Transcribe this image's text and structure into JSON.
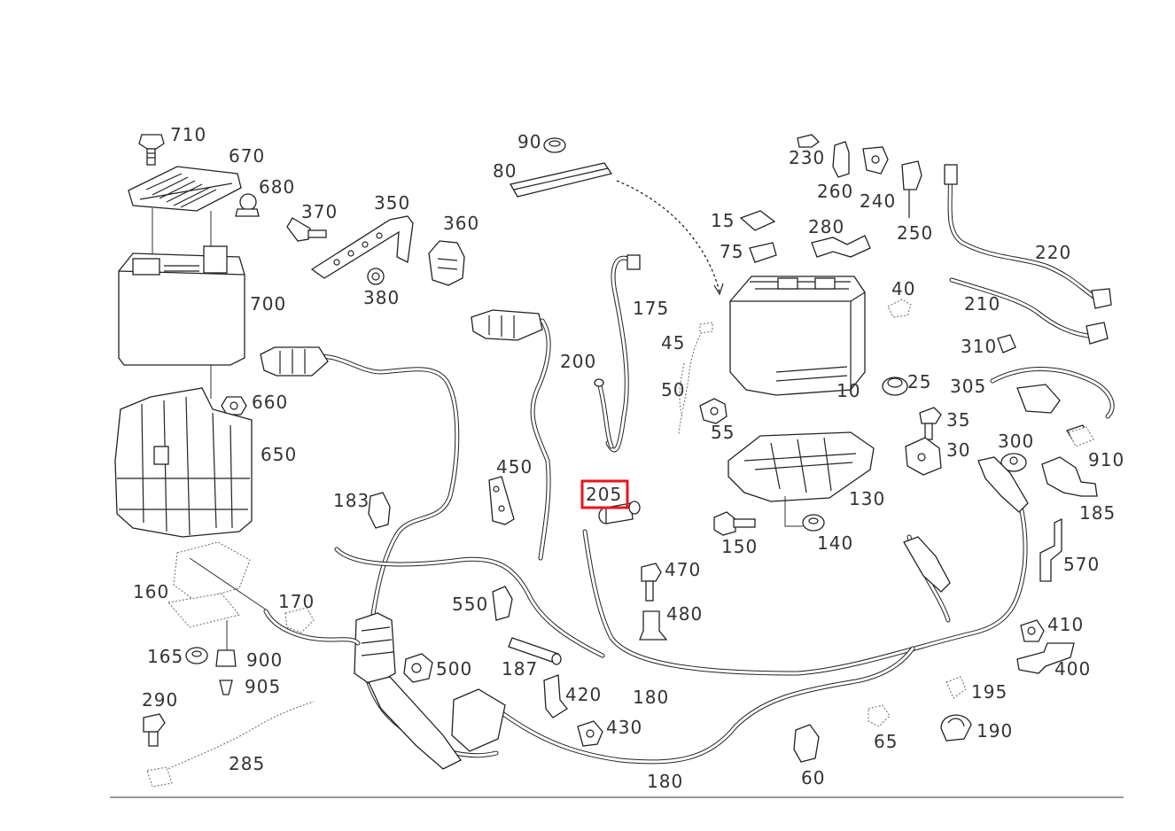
{
  "colors": {
    "line": "#222222",
    "label": "#333333",
    "highlight": "#e8141b",
    "background": "#ffffff"
  },
  "highlight": {
    "label": "205"
  },
  "labels": {
    "p710": "710",
    "p670": "670",
    "p680": "680",
    "p700": "700",
    "p660": "660",
    "p650": "650",
    "p370": "370",
    "p350": "350",
    "p360": "360",
    "p380": "380",
    "p90": "90",
    "p80": "80",
    "p175": "175",
    "p200": "200",
    "p45": "45",
    "p50": "50",
    "p55": "55",
    "p230": "230",
    "p260": "260",
    "p240": "240",
    "p250": "250",
    "p15": "15",
    "p75": "75",
    "p280": "280",
    "p220": "220",
    "p40": "40",
    "p210": "210",
    "p310": "310",
    "p10": "10",
    "p25": "25",
    "p305": "305",
    "p35": "35",
    "p30": "30",
    "p300": "300",
    "p910": "910",
    "p130": "130",
    "p140": "140",
    "p150": "150",
    "p185": "185",
    "p570": "570",
    "p450": "450",
    "p183": "183",
    "p470": "470",
    "p480": "480",
    "p160": "160",
    "p170": "170",
    "p550": "550",
    "p165": "165",
    "p900": "900",
    "p905": "905",
    "p500": "500",
    "p187": "187",
    "p180a": "180",
    "p420": "420",
    "p430": "430",
    "p290": "290",
    "p285": "285",
    "p180b": "180",
    "p410": "410",
    "p400": "400",
    "p195": "195",
    "p190": "190",
    "p65": "65",
    "p60": "60"
  }
}
